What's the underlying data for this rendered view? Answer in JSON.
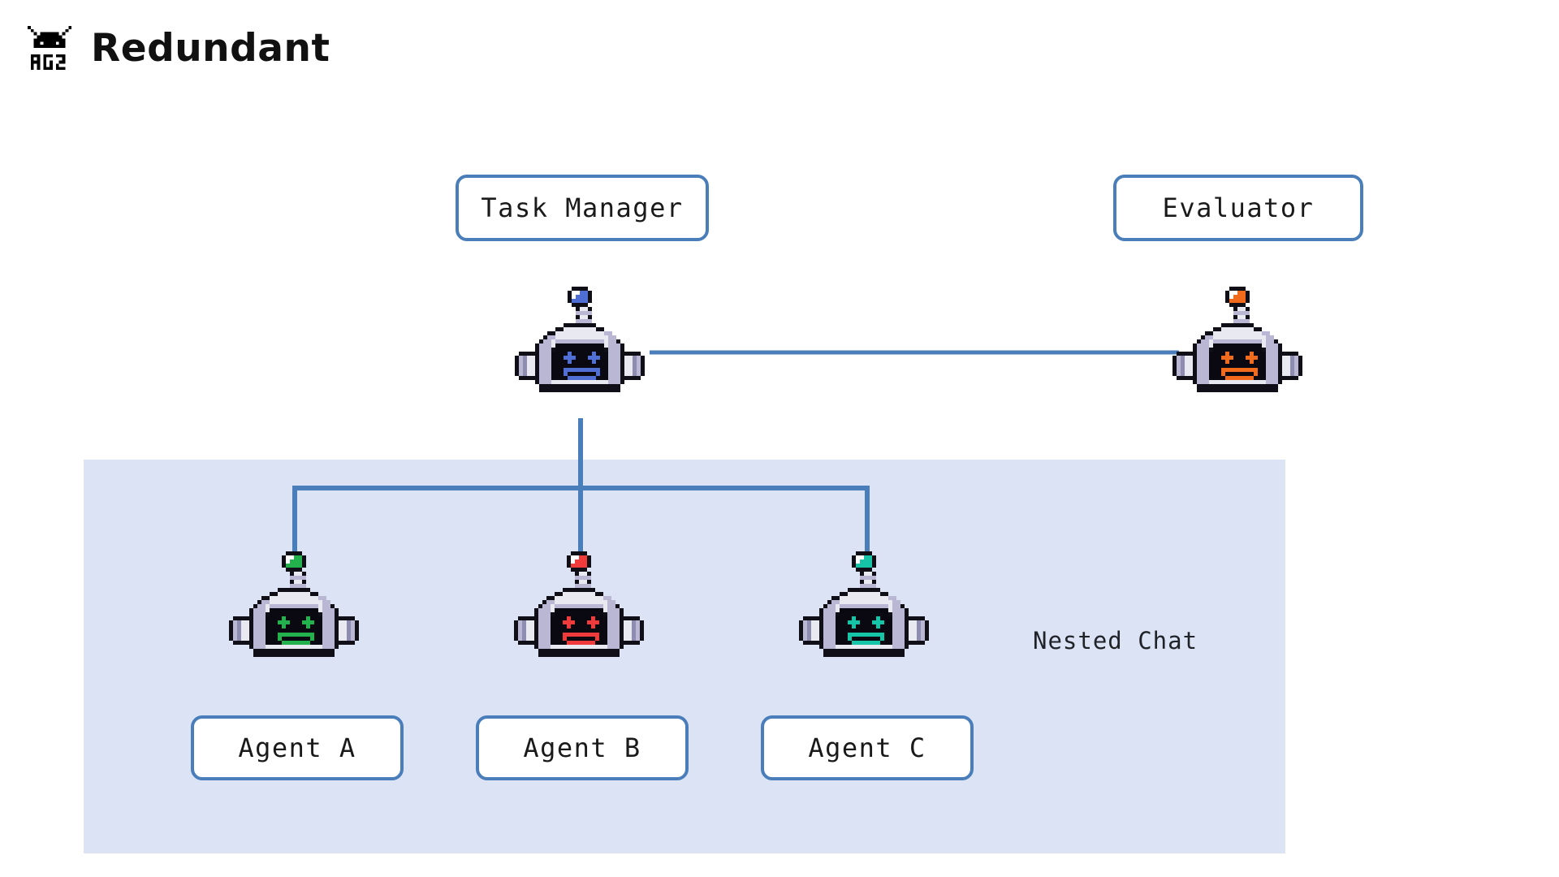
{
  "header": {
    "logo_icon": "ag2-robot-logo-icon",
    "logo_text": "AG2",
    "title": "Redundant"
  },
  "colors": {
    "connector": "#4a7ebb",
    "node_border": "#4a7ebb",
    "node_fill": "#ffffff",
    "panel_background": "#dbe3f4",
    "canvas_background": "#ffffff",
    "text": "#1a1a1a"
  },
  "diagram": {
    "type": "agent-orchestration-graph",
    "panel": {
      "name": "nested-chat",
      "label": "Nested Chat",
      "contains": [
        "agent-a",
        "agent-b",
        "agent-c"
      ]
    },
    "nodes": [
      {
        "id": "task-manager",
        "label": "Task Manager",
        "accent_color": "#4f6fd4",
        "accent_name": "blue",
        "icon": "robot-avatar-icon",
        "inside_panel": false
      },
      {
        "id": "evaluator",
        "label": "Evaluator",
        "accent_color": "#f26b1d",
        "accent_name": "orange",
        "icon": "robot-avatar-icon",
        "inside_panel": false
      },
      {
        "id": "agent-a",
        "label": "Agent A",
        "accent_color": "#22b14c",
        "accent_name": "green",
        "icon": "robot-avatar-icon",
        "inside_panel": true
      },
      {
        "id": "agent-b",
        "label": "Agent B",
        "accent_color": "#ef3b3b",
        "accent_name": "red",
        "icon": "robot-avatar-icon",
        "inside_panel": true
      },
      {
        "id": "agent-c",
        "label": "Agent C",
        "accent_color": "#16c4a8",
        "accent_name": "teal",
        "icon": "robot-avatar-icon",
        "inside_panel": true
      }
    ],
    "edges": [
      {
        "from": "task-manager",
        "to": "evaluator",
        "style": "horizontal"
      },
      {
        "from": "task-manager",
        "to": "agent-a",
        "style": "orthogonal"
      },
      {
        "from": "task-manager",
        "to": "agent-b",
        "style": "vertical"
      },
      {
        "from": "task-manager",
        "to": "agent-c",
        "style": "orthogonal"
      }
    ]
  }
}
